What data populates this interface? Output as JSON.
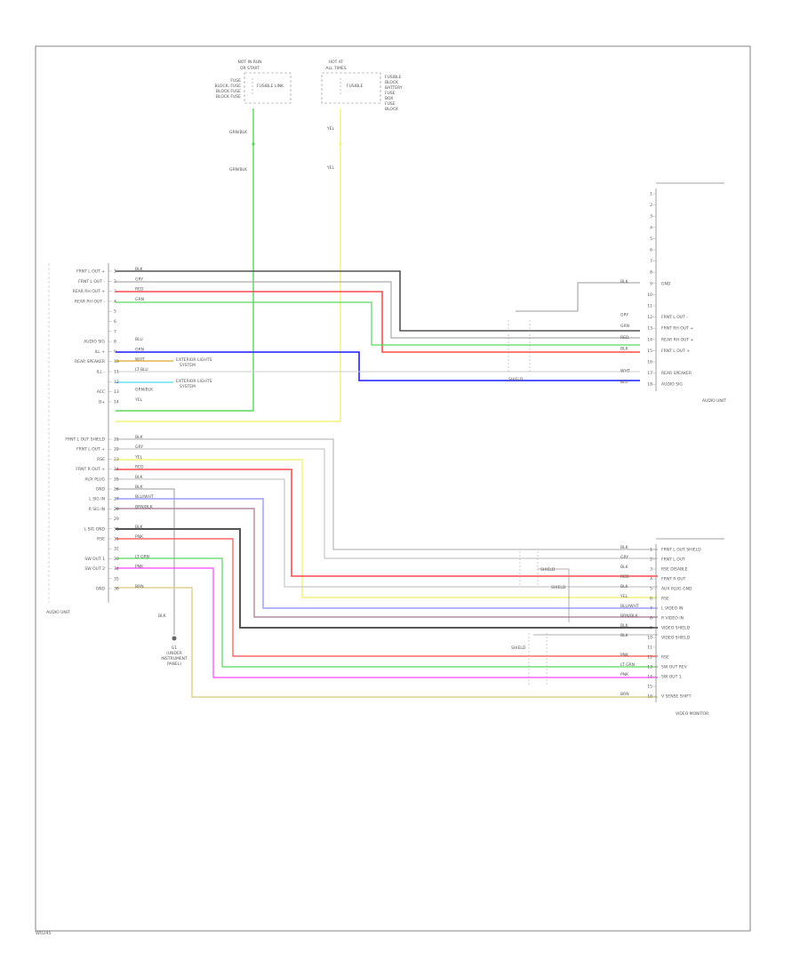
{
  "figure_code": "W0245",
  "top_left_block": {
    "header_1": "NOT IN RUN",
    "header_2": "OR START",
    "fuse_lines": [
      "FUSE",
      "BLOCK, FUSE",
      "BLOCK FUSE",
      "BLOCK FUSE"
    ],
    "right_label": "FUSIBLE LINK"
  },
  "top_right_block": {
    "header_1": "HOT AT",
    "header_2": "ALL TIMES",
    "right_label": "FUSIBLE",
    "right_lines": [
      "FUSIBLE",
      "BLOCK",
      "BATTERY",
      "FUSE",
      "BOX",
      "FUSE",
      "BLOCK"
    ]
  },
  "wire_labels": {
    "green_upper": "GRN/BLK",
    "green_lower": "GRN/BLK",
    "yellow_upper": "YEL",
    "yellow_lower": "YEL"
  },
  "left_module": {
    "name": "AUDIO UNIT",
    "upper_pins": [
      {
        "label": "FRNT L OUT +",
        "num": "1",
        "wire": "BLK"
      },
      {
        "label": "FRNT L OUT -",
        "num": "2",
        "wire": "GRY"
      },
      {
        "label": "REAR RH OUT +",
        "num": "3",
        "wire": "RED"
      },
      {
        "label": "REAR RH OUT -",
        "num": "4",
        "wire": "GRN"
      },
      {
        "label": "",
        "num": "5",
        "wire": ""
      },
      {
        "label": "",
        "num": "6",
        "wire": ""
      },
      {
        "label": "",
        "num": "7",
        "wire": ""
      },
      {
        "label": "AUDIO SIG",
        "num": "8",
        "wire": "BLU"
      },
      {
        "label": "ILL +",
        "num": "9",
        "wire": "ORN"
      },
      {
        "label": "REAR SPEAKER",
        "num": "10",
        "wire": "WHT"
      },
      {
        "label": "ILL -",
        "num": "11",
        "wire": "LT BLU"
      },
      {
        "label": "",
        "num": "12",
        "wire": ""
      },
      {
        "label": "ACC",
        "num": "13",
        "wire": "GRN/BLK"
      },
      {
        "label": "B+",
        "num": "14",
        "wire": "YEL"
      }
    ],
    "lower_pins": [
      {
        "label": "FRNT L OUT SHIELD",
        "num": "21",
        "wire": "BLK"
      },
      {
        "label": "FRNT L OUT +",
        "num": "22",
        "wire": "GRY"
      },
      {
        "label": "RSE",
        "num": "23",
        "wire": "YEL"
      },
      {
        "label": "FRNT R OUT +",
        "num": "24",
        "wire": "RED"
      },
      {
        "label": "AUX PLUG",
        "num": "25",
        "wire": "BLK"
      },
      {
        "label": "GND",
        "num": "26",
        "wire": "BLK"
      },
      {
        "label": "L SIG IN",
        "num": "27",
        "wire": "BLU/WHT"
      },
      {
        "label": "R SIG IN",
        "num": "28",
        "wire": "BRN/BLK"
      },
      {
        "label": "",
        "num": "29",
        "wire": ""
      },
      {
        "label": "L SIG GND",
        "num": "30",
        "wire": "BLK"
      },
      {
        "label": "RSE",
        "num": "31",
        "wire": "PNK"
      },
      {
        "label": "",
        "num": "32",
        "wire": ""
      },
      {
        "label": "SW OUT 1",
        "num": "33",
        "wire": "LT GRN"
      },
      {
        "label": "SW OUT 2",
        "num": "34",
        "wire": "PNK"
      },
      {
        "label": "",
        "num": "35",
        "wire": ""
      },
      {
        "label": "GND",
        "num": "36",
        "wire": "BRN"
      }
    ],
    "ground_wire": "BLK",
    "ground_lines": [
      "G1",
      "(UNDER",
      "INSTRUMENT",
      "PANEL)"
    ]
  },
  "notes": {
    "exterior_lights_1": "EXTERIOR LIGHTS",
    "exterior_lights_1b": "SYSTEM",
    "exterior_lights_2": "EXTERIOR LIGHTS",
    "exterior_lights_2b": "SYSTEM"
  },
  "right_upper_module": {
    "name": "AUDIO UNIT",
    "pins": [
      {
        "num": "1",
        "wire": "",
        "label": ""
      },
      {
        "num": "2",
        "wire": "",
        "label": ""
      },
      {
        "num": "3",
        "wire": "",
        "label": ""
      },
      {
        "num": "4",
        "wire": "",
        "label": ""
      },
      {
        "num": "5",
        "wire": "",
        "label": ""
      },
      {
        "num": "6",
        "wire": "",
        "label": ""
      },
      {
        "num": "7",
        "wire": "",
        "label": ""
      },
      {
        "num": "8",
        "wire": "",
        "label": ""
      },
      {
        "num": "9",
        "wire": "BLK",
        "label": "GND"
      },
      {
        "num": "10",
        "wire": "",
        "label": ""
      },
      {
        "num": "11",
        "wire": "",
        "label": ""
      },
      {
        "num": "12",
        "wire": "GRY",
        "label": "FRNT L OUT -"
      },
      {
        "num": "13",
        "wire": "GRN",
        "label": "FRNT RH OUT +"
      },
      {
        "num": "14",
        "wire": "RED",
        "label": "REAR RH OUT +"
      },
      {
        "num": "15",
        "wire": "BLK",
        "label": "FRNT L OUT +"
      },
      {
        "num": "16",
        "wire": "",
        "label": ""
      },
      {
        "num": "17",
        "wire": "WHT",
        "label": "REAR SPEAKER"
      },
      {
        "num": "18",
        "wire": "BLU",
        "label": "AUDIO SIG"
      }
    ],
    "shield_label": "SHIELD"
  },
  "right_lower_module": {
    "name": "VIDEO MONITOR",
    "pins": [
      {
        "num": "1",
        "wire": "BLK",
        "label": "FRNT L OUT SHIELD"
      },
      {
        "num": "2",
        "wire": "GRY",
        "label": "FRNT L OUT"
      },
      {
        "num": "3",
        "wire": "BLK",
        "label": "RSE DISABLE"
      },
      {
        "num": "4",
        "wire": "RED",
        "label": "FRNT R OUT"
      },
      {
        "num": "5",
        "wire": "BLK",
        "label": "AUX PLUG GND"
      },
      {
        "num": "6",
        "wire": "YEL",
        "label": "RSE"
      },
      {
        "num": "7",
        "wire": "BLU/WHT",
        "label": "L VIDEO IN"
      },
      {
        "num": "8",
        "wire": "BRN/BLK",
        "label": "R VIDEO IN"
      },
      {
        "num": "9",
        "wire": "BLK",
        "label": "VIDEO SHIELD"
      },
      {
        "num": "10",
        "wire": "BLK",
        "label": "VIDEO SHIELD"
      },
      {
        "num": "11",
        "wire": "",
        "label": ""
      },
      {
        "num": "12",
        "wire": "PNK",
        "label": "RSE"
      },
      {
        "num": "13",
        "wire": "LT GRN",
        "label": "SW OUT REV"
      },
      {
        "num": "14",
        "wire": "PNK",
        "label": "SW OUT 1"
      },
      {
        "num": "15",
        "wire": "",
        "label": ""
      },
      {
        "num": "16",
        "wire": "BRN",
        "label": "V SENSE SHIFT"
      }
    ],
    "shield_label_1": "SHIELD",
    "shield_label_2": "SHIELD",
    "shield_label_3": "SHIELD"
  },
  "colors": {
    "green": "#5ad65a",
    "yellow": "#f2f27a",
    "red": "#ff4c4c",
    "blue": "#3a3aff",
    "orange": "#e6b450",
    "cyan": "#6fe0f0",
    "gray": "#777777",
    "black": "#555555",
    "pink": "#ff88c8",
    "magenta": "#ff44ff",
    "lavender": "#9b9bff",
    "brown": "#b08a50",
    "olive": "#e0d090"
  }
}
